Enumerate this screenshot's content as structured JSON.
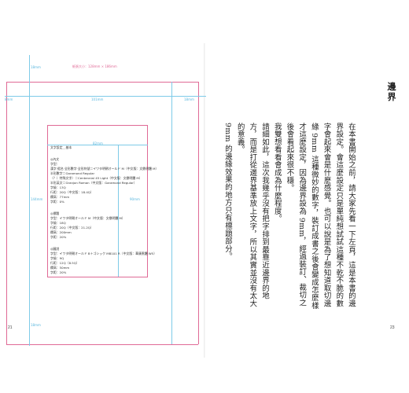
{
  "left_page": {
    "page_number": "21",
    "dimensions": {
      "paper_size": "紙張大小：128mm × 186mm",
      "top_margin": "18mm",
      "bottom_margin": "18mm",
      "inner_margin": "18mm",
      "outer_margin": "8mm",
      "text_width": "101mm",
      "text_height": "144mm",
      "box_width": "82mm",
      "box_height": "90mm",
      "colors": {
        "paper_edge": "#e06a96",
        "guide": "#7ecbe8"
      }
    },
    "spec": {
      "title": "文字設定＿基本",
      "sections": [
        {
          "heading": "◎內文",
          "lines": [
            "字型：",
            "漢字‧假名‧全形數字‧全形符號＝イワタ明朝オールド M（中文版：文鼎明體 M）",
            "半形數字＝Garamond Regular",
            "（？）特殊文字）＝Centennial 45 Light（中文版：文鼎明體 M）",
            "半形英文＝Granjon Roman（中文版：Garamond Regular）",
            "字級：13Q",
            "行距：20Q（中文版：18.4Q）",
            "欄高：77mm",
            "字距：0%"
          ]
        },
        {
          "heading": "◎標題",
          "lines": [
            "字型：イワタ明朝オールド M（中文版：文鼎明體 M）",
            "字級：18Q",
            "行距：20Q（中文版：21.2Q）",
            "欄高：200mm",
            "字距：20%"
          ]
        },
        {
          "heading": "◎圖說",
          "lines": [
            "字型：イワタ明朝オールド B＋ゴシック MB101 R（中文版：華康黑體 W5）",
            "字級：9Q",
            "行距：12Q（8.5Q）",
            "欄高：50mm",
            "字距：20%"
          ]
        }
      ]
    }
  },
  "right_page": {
    "page_number": "23",
    "chapter_title": "邊界",
    "paragraphs": [
      "在本書開始之前，請大家先看一下左頁，這是本書的邊界設定。會這麼設定只是單純想試試這種不乾不脆的數字會起來會是什麼感覺。也可以說是為了想知道取切邊緣 9mm 這種微妙的數字，裝訂成書之後會變成怎麼樣才這麼設定，因為邊界設為 9mm，經過裝訂、裁切之後會看起來很不穩。",
      "我雙想看看會成為什麼程度。",
      "請細如此，這次我幾乎沒有把字排到最靠近邊界的地方，而是打從邊界基準放上文字，所以其實並沒有太大的意義。",
      "9mm 的邊緣效果的地方只有標題部分。"
    ]
  }
}
